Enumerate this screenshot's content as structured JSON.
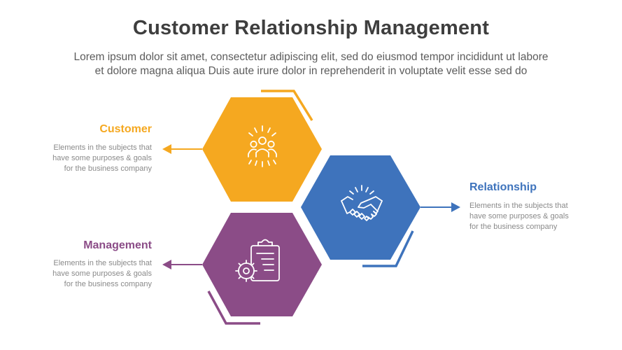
{
  "title": "Customer Relationship Management",
  "subtitle": {
    "line1": "Lorem ipsum dolor sit amet, consectetur adipiscing elit, sed do eiusmod tempor incididunt ut labore",
    "line2": "et dolore magna aliqua Duis aute irure dolor in reprehenderit in voluptate velit esse sed do"
  },
  "items": [
    {
      "heading": "Customer",
      "desc": [
        "Elements in the subjects that",
        "have  some purposes & goals",
        "for the  business company"
      ],
      "color": "#F5A820",
      "icon": "people-group-icon"
    },
    {
      "heading": "Relationship",
      "desc": [
        "Elements in the subjects that",
        "have  some purposes & goals",
        "for the  business company"
      ],
      "color": "#3E73BC",
      "icon": "handshake-icon"
    },
    {
      "heading": "Management",
      "desc": [
        "Elements in the subjects that",
        "have  some purposes & goals",
        "for the  business company"
      ],
      "color": "#8B4C87",
      "icon": "clipboard-gear-icon"
    }
  ]
}
